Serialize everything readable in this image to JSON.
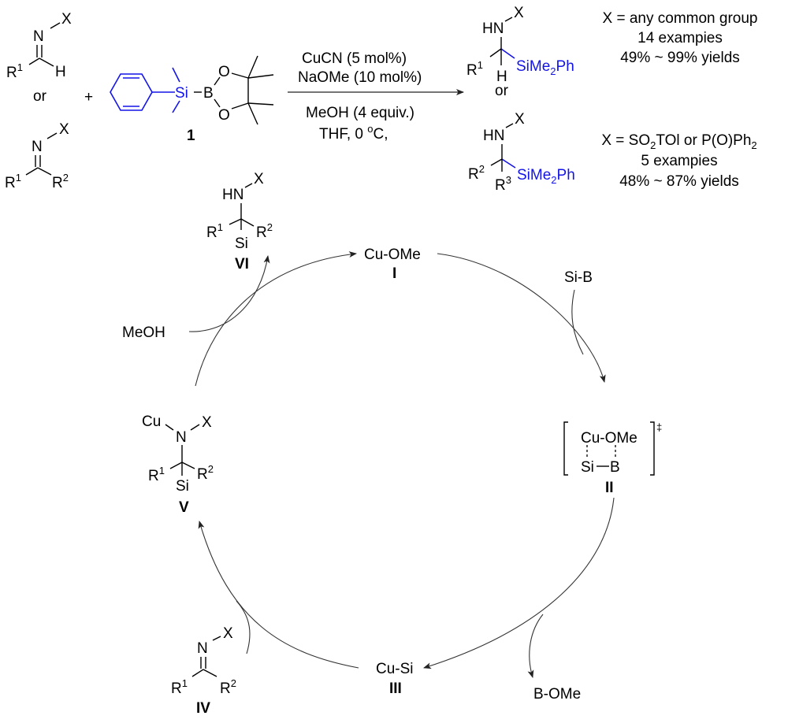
{
  "colors": {
    "silyl": "#1414e6",
    "ink": "#000000",
    "arrow": "#333333"
  },
  "reaction": {
    "reactant_aldimine": {
      "N": "N",
      "X": "X",
      "R1": "R",
      "R1_sup": "1",
      "H": "H"
    },
    "or_left": "or",
    "reactant_ketimine": {
      "N": "N",
      "X": "X",
      "R1": "R",
      "R1_sup": "1",
      "R2": "R",
      "R2_sup": "2"
    },
    "plus": "+",
    "reagent": {
      "Si": "Si",
      "B": "B",
      "O1": "O",
      "O2": "O",
      "label": "1"
    },
    "conditions": {
      "above": [
        "CuCN (5 mol%)",
        "NaOMe (10 mol%)"
      ],
      "below": [
        "MeOH (4 equiv.)",
        "THF, 0 ",
        "o",
        "C,"
      ]
    },
    "product1": {
      "HN": "HN",
      "X": "X",
      "R1": "R",
      "R1_sup": "1",
      "H": "H",
      "silyl": "SiMe",
      "silyl_sub": "2",
      "silyl_end": "Ph"
    },
    "or_right": "or",
    "product2": {
      "HN": "HN",
      "X": "X",
      "R2": "R",
      "R2_sup": "2",
      "R3": "R",
      "R3_sup": "3",
      "silyl": "SiMe",
      "silyl_sub": "2",
      "silyl_end": "Ph"
    },
    "scope1": {
      "line1": "X = any common  group",
      "line2": "14 exampies",
      "line3": "49% ~ 99% yields"
    },
    "scope2": {
      "line1_a": "X = SO",
      "line1_sub": "2",
      "line1_b": "TOl or P(O)Ph",
      "line1_sub2": "2",
      "line2": "5 exampies",
      "line3": "48% ~ 87% yields"
    }
  },
  "cycle": {
    "I": {
      "formula": "Cu-OMe",
      "label": "I"
    },
    "SiB": "Si-B",
    "II": {
      "top": "Cu-OMe",
      "bottom_si": "Si",
      "bottom_b": "B",
      "dagger": "‡",
      "label": "II"
    },
    "BOMe": "B-OMe",
    "III": {
      "formula": "Cu-Si",
      "label": "III"
    },
    "IV": {
      "N": "N",
      "X": "X",
      "R1": "R",
      "R1_sup": "1",
      "R2": "R",
      "R2_sup": "2",
      "label": "IV"
    },
    "V": {
      "Cu": "Cu",
      "N": "N",
      "X": "X",
      "R1": "R",
      "R1_sup": "1",
      "R2": "R",
      "R2_sup": "2",
      "Si": "Si",
      "label": "V"
    },
    "MeOH": "MeOH",
    "VI": {
      "HN": "HN",
      "X": "X",
      "R1": "R",
      "R1_sup": "1",
      "R2": "R",
      "R2_sup": "2",
      "Si": "Si",
      "label": "VI"
    }
  }
}
